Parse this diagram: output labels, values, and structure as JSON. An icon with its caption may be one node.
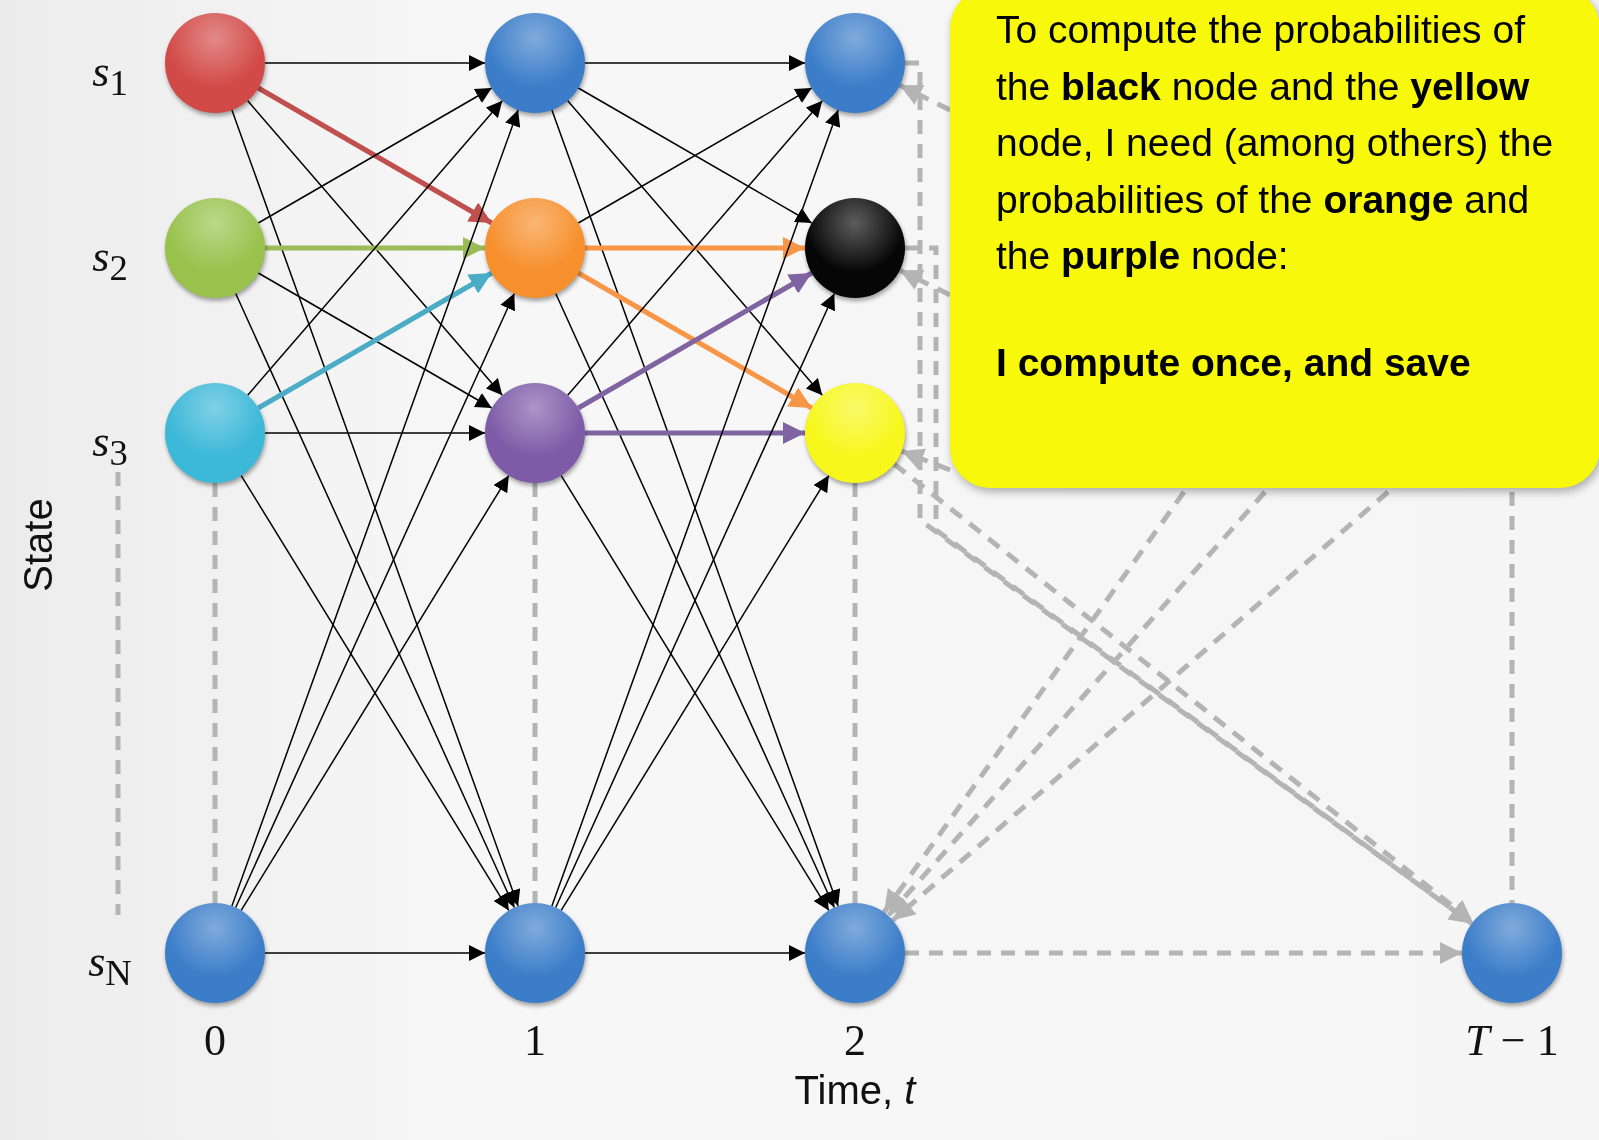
{
  "diagram": {
    "nodes": [
      {
        "text": [],
        "shape": "circle"
      },
      {
        "text": [],
        "shape": "circle"
      },
      {
        "text": [],
        "shape": "circle"
      },
      {
        "text": [],
        "shape": "circle"
      },
      {
        "text": [],
        "shape": "circle"
      },
      {
        "text": [],
        "shape": "circle"
      },
      {
        "text": [],
        "shape": "circle"
      },
      {
        "text": [],
        "shape": "circle"
      },
      {
        "text": [],
        "shape": "circle"
      },
      {
        "text": [],
        "shape": "circle"
      },
      {
        "text": [],
        "shape": "circle"
      },
      {
        "text": [],
        "shape": "circle"
      },
      {
        "text": [],
        "shape": "circle"
      },
      {
        "text": [
          "To compute the probabilities of the **black** node and the **yellow** node, I need (among others) the probabilities of the **orange** and the **purple** node:",
          "I compute once, and save"
        ]
      }
    ],
    "edges": [
      {
        "from": 0,
        "to": 1,
        "arrow": "to"
      },
      {
        "from": 0,
        "to": 4,
        "arrow": "to",
        "style": "thick",
        "color": "#c0504d"
      },
      {
        "from": 0,
        "to": 7,
        "arrow": "to"
      },
      {
        "from": 0,
        "to": 10,
        "arrow": "to"
      },
      {
        "from": 3,
        "to": 1,
        "arrow": "to"
      },
      {
        "from": 3,
        "to": 4,
        "arrow": "to",
        "style": "thick",
        "color": "#9bbb59"
      },
      {
        "from": 3,
        "to": 7,
        "arrow": "to"
      },
      {
        "from": 3,
        "to": 10,
        "arrow": "to"
      },
      {
        "from": 6,
        "to": 1,
        "arrow": "to"
      },
      {
        "from": 6,
        "to": 4,
        "arrow": "to",
        "style": "thick",
        "color": "#4bacc6"
      },
      {
        "from": 6,
        "to": 7,
        "arrow": "to"
      },
      {
        "from": 6,
        "to": 10,
        "arrow": "to"
      },
      {
        "from": 9,
        "to": 1,
        "arrow": "to"
      },
      {
        "from": 9,
        "to": 4,
        "arrow": "to"
      },
      {
        "from": 9,
        "to": 7,
        "arrow": "to"
      },
      {
        "from": 9,
        "to": 10,
        "arrow": "to"
      },
      {
        "from": 1,
        "to": 2,
        "arrow": "to"
      },
      {
        "from": 1,
        "to": 5,
        "arrow": "to"
      },
      {
        "from": 1,
        "to": 8,
        "arrow": "to"
      },
      {
        "from": 1,
        "to": 11,
        "arrow": "to"
      },
      {
        "from": 4,
        "to": 2,
        "arrow": "to"
      },
      {
        "from": 4,
        "to": 5,
        "arrow": "to",
        "style": "thick",
        "color": "#f79646"
      },
      {
        "from": 4,
        "to": 8,
        "arrow": "to",
        "style": "thick",
        "color": "#f79646"
      },
      {
        "from": 4,
        "to": 11,
        "arrow": "to"
      },
      {
        "from": 7,
        "to": 2,
        "arrow": "to"
      },
      {
        "from": 7,
        "to": 5,
        "arrow": "to",
        "style": "thick",
        "color": "#8064a2"
      },
      {
        "from": 7,
        "to": 8,
        "arrow": "to",
        "style": "thick",
        "color": "#8064a2"
      },
      {
        "from": 7,
        "to": 11,
        "arrow": "to"
      },
      {
        "from": 10,
        "to": 2,
        "arrow": "to"
      },
      {
        "from": 10,
        "to": 5,
        "arrow": "to"
      },
      {
        "from": 10,
        "to": 8,
        "arrow": "to"
      },
      {
        "from": 10,
        "to": 11,
        "arrow": "to"
      },
      {
        "from": 6,
        "to": 9,
        "arrow": "none",
        "style": "dashed",
        "color": "#b4b4b4"
      },
      {
        "from": 7,
        "to": 10,
        "arrow": "none",
        "style": "dashed",
        "color": "#b4b4b4"
      },
      {
        "from": 8,
        "to": 11,
        "arrow": "none",
        "style": "dashed",
        "color": "#b4b4b4"
      },
      {
        "from": 13,
        "to": 2,
        "arrow": "to",
        "style": "dashed",
        "color": "#b4b4b4"
      },
      {
        "from": 13,
        "to": 5,
        "arrow": "to",
        "style": "dashed",
        "color": "#b4b4b4"
      },
      {
        "from": 13,
        "to": 8,
        "arrow": "to",
        "style": "dashed",
        "color": "#b4b4b4"
      },
      {
        "from": 2,
        "to": 12,
        "arrow": "to",
        "style": "dashed",
        "color": "#b4b4b4"
      },
      {
        "from": 5,
        "to": 12,
        "arrow": "to",
        "style": "dashed",
        "color": "#b4b4b4"
      },
      {
        "from": 8,
        "to": 12,
        "arrow": "to",
        "style": "dashed",
        "color": "#b4b4b4"
      },
      {
        "from": 13,
        "to": 11,
        "arrow": "to",
        "style": "dashed",
        "color": "#b4b4b4"
      },
      {
        "from": 13,
        "to": 11,
        "arrow": "to",
        "style": "dashed",
        "color": "#b4b4b4"
      },
      {
        "from": 13,
        "to": 11,
        "arrow": "to",
        "style": "dashed",
        "color": "#b4b4b4"
      },
      {
        "from": 11,
        "to": 12,
        "arrow": "to",
        "style": "dashed",
        "color": "#b4b4b4"
      },
      {
        "from": 13,
        "to": 12,
        "arrow": "none",
        "style": "dashed",
        "color": "#b4b4b4"
      }
    ],
    "labels": [
      "*s*$_{1}$",
      "*s*$_{2}$",
      "*s*$_{3}$",
      "State",
      "*s*$_{N}$",
      "0",
      "1",
      "2",
      "*T* − 1",
      "Time, *t*"
    ]
  }
}
